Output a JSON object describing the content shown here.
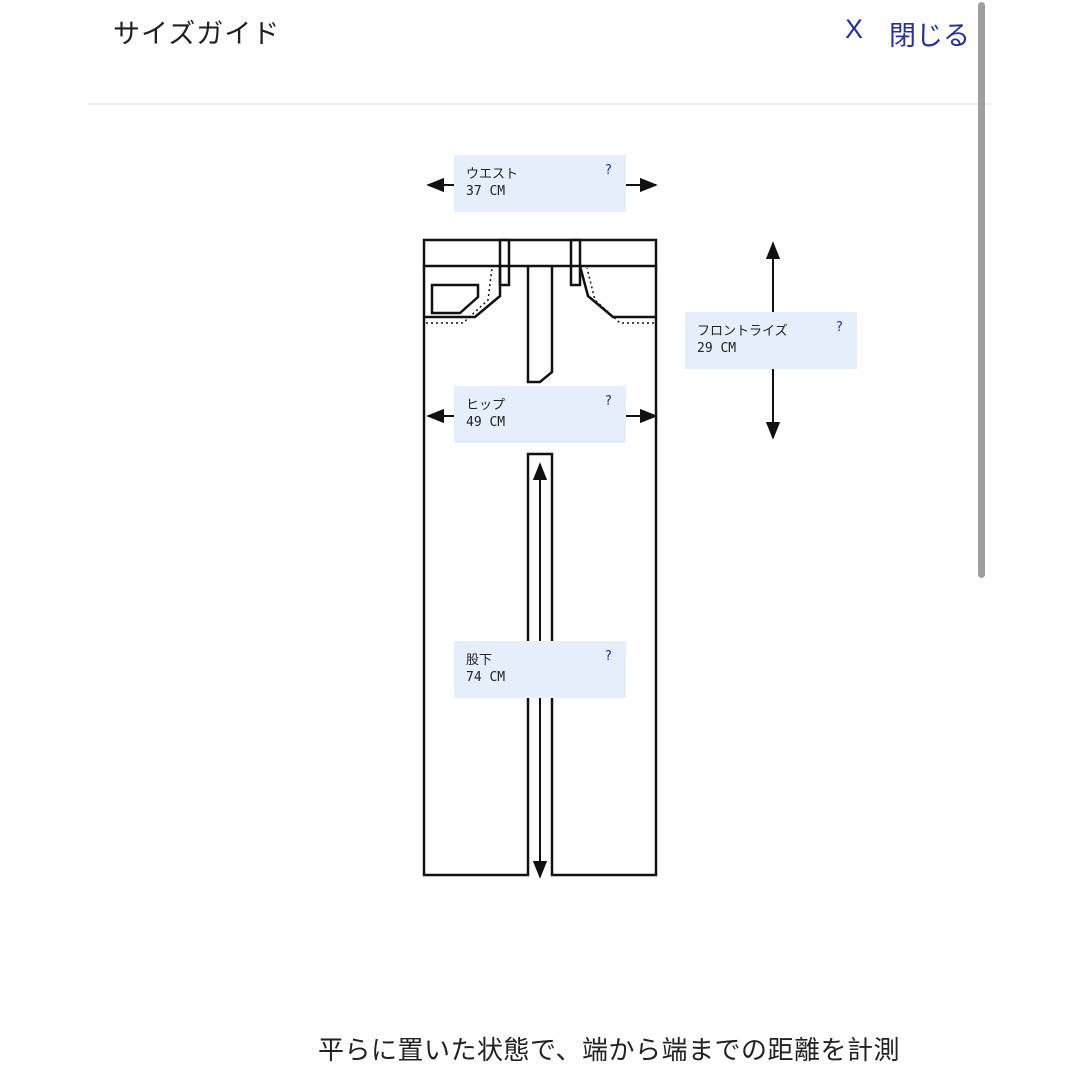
{
  "header": {
    "title": "サイズガイド",
    "close_x": "X",
    "close_label": "閉じる"
  },
  "measurements": {
    "waist": {
      "label": "ウエスト",
      "value": "37 CM",
      "help": "?"
    },
    "rise": {
      "label": "フロントライズ",
      "value": "29 CM",
      "help": "?"
    },
    "hip": {
      "label": "ヒップ",
      "value": "49 CM",
      "help": "?"
    },
    "inseam": {
      "label": "股下",
      "value": "74 CM",
      "help": "?"
    }
  },
  "footer": {
    "caption": "平らに置いた状態で、端から端までの距離を計測"
  },
  "colors": {
    "accent": "#2330a0",
    "box_bg": "#e6edfb",
    "line": "#111111"
  }
}
